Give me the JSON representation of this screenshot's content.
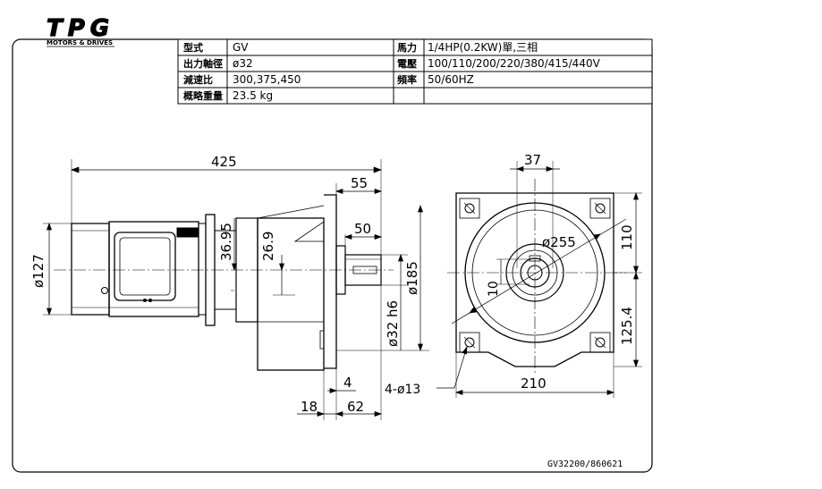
{
  "brand": {
    "logo_text": "TPG",
    "tagline": "MOTORS & DRIVES"
  },
  "spec_table": {
    "rows": [
      {
        "label1": "型式",
        "value1": "GV",
        "label2": "馬力",
        "value2": "1/4HP(0.2KW)單,三相"
      },
      {
        "label1": "出力軸徑",
        "value1": "ø32",
        "label2": "電壓",
        "value2": "100/110/200/220/380/415/440V"
      },
      {
        "label1": "減速比",
        "value1": "300,375,450",
        "label2": "頻率",
        "value2": "50/60HZ"
      },
      {
        "label1": "概略重量",
        "value1": "23.5 kg",
        "label2": "",
        "value2": ""
      }
    ]
  },
  "dimensions": {
    "overall_length": "425",
    "d55": "55",
    "d50": "50",
    "d36_95": "36.95",
    "d26_9": "26.9",
    "d127": "ø127",
    "d185": "ø185",
    "d32h6": "ø32 h6",
    "d10": "10",
    "d4": "4",
    "d18": "18",
    "d62": "62",
    "d37": "37",
    "d255": "ø255",
    "d110": "110",
    "d125_4": "125.4",
    "d210": "210",
    "holes": "4-ø13"
  },
  "drawing_no": "GV32200/860621"
}
